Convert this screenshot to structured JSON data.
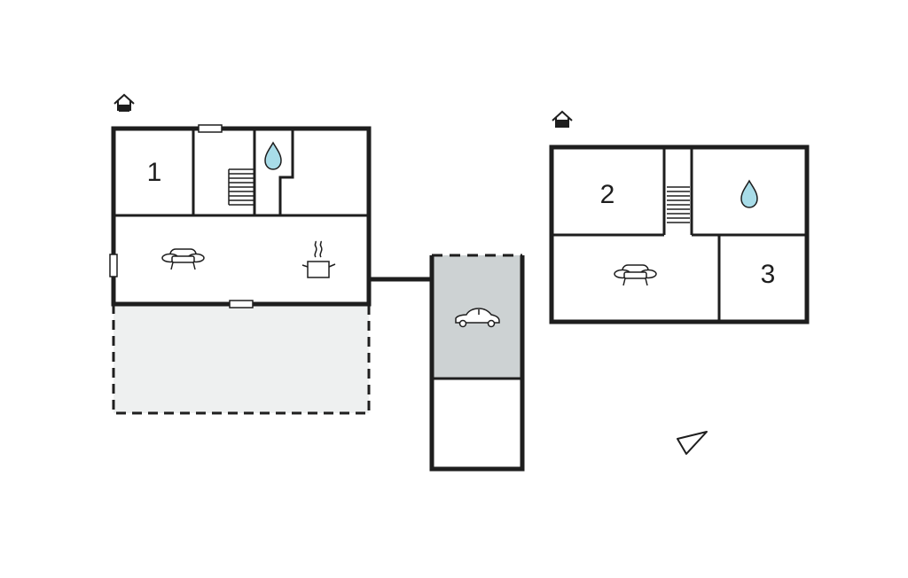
{
  "floor_plan": {
    "ground_floor": {
      "rooms": [
        {
          "label": "1"
        }
      ]
    },
    "upper_floor": {
      "rooms": [
        {
          "label": "2"
        },
        {
          "label": "3"
        }
      ]
    },
    "colors": {
      "water": "#a8dce8",
      "terrace": "#eef0f0",
      "garage": "#cdd2d3",
      "wall": "#1e1e1e"
    },
    "icons": [
      "floor-level-icon",
      "stairs-icon",
      "bathroom-icon",
      "living-room-icon",
      "kitchen-icon",
      "garage-car-icon",
      "north-arrow-icon"
    ]
  }
}
